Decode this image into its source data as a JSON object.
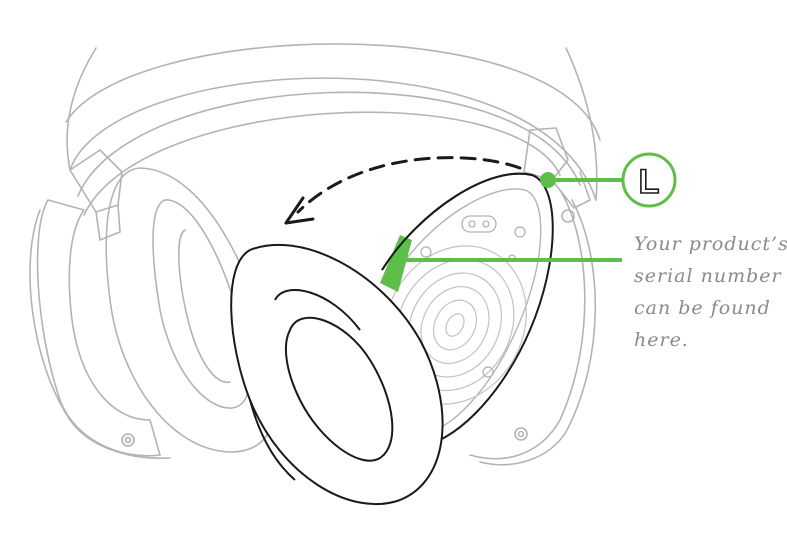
{
  "callout": {
    "lines": [
      "Your product’s",
      "serial number",
      "can be found",
      "here."
    ]
  },
  "side_badge": {
    "letter": "L"
  },
  "colors": {
    "accent": "#5dbf4a",
    "line_faded": "#b3b3b3",
    "line_dark": "#1a1a1a",
    "callout_text": "#8a8a8a"
  },
  "icons": {
    "side_badge": "left-side-circle-icon",
    "arrow": "dashed-curved-arrow-icon"
  }
}
